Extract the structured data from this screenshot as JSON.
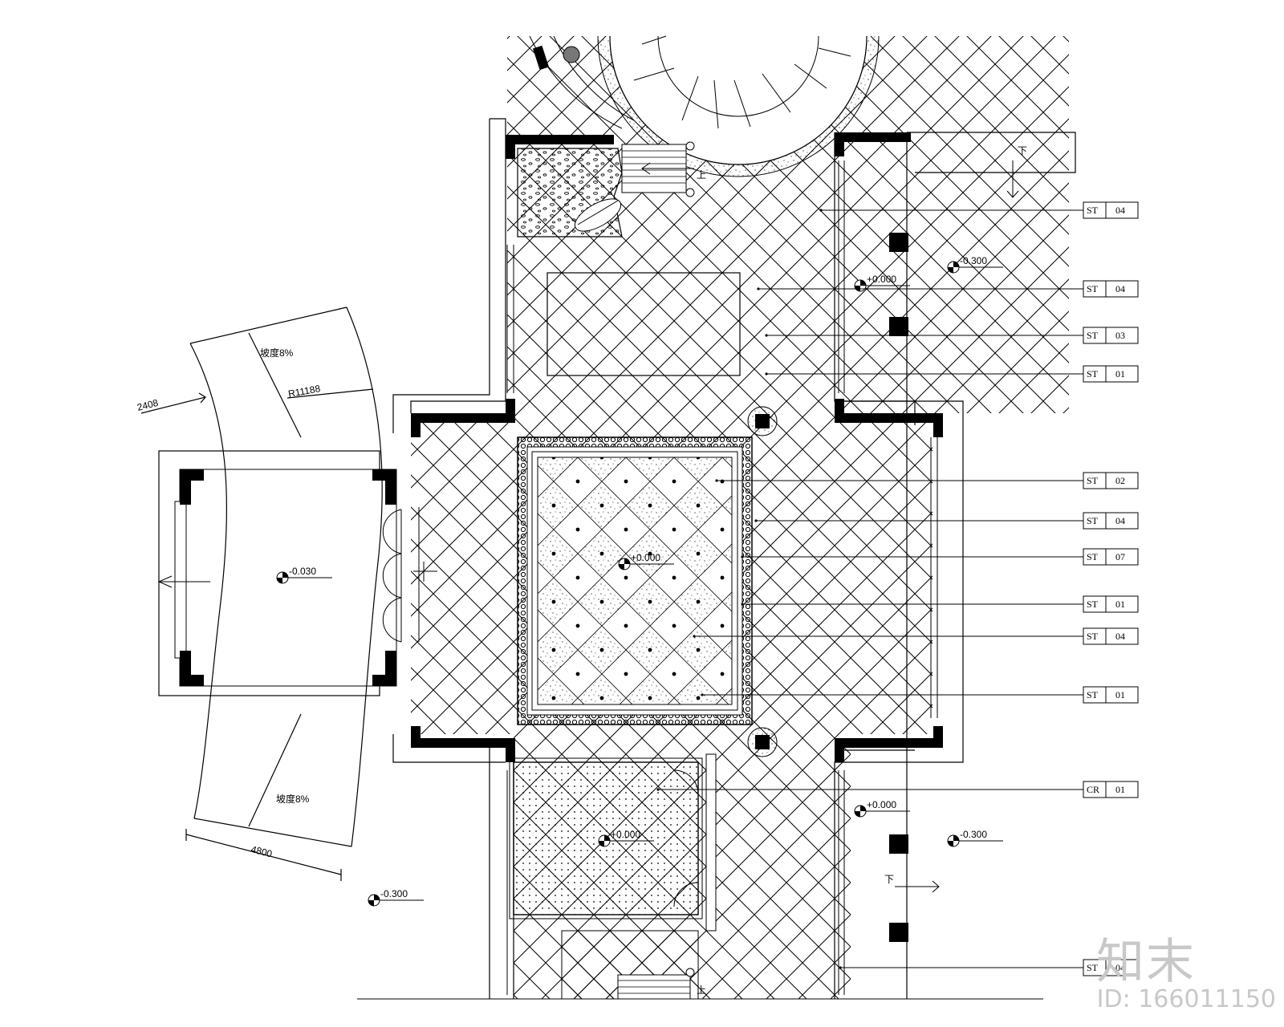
{
  "levels": {
    "upper_terrace": "-0.300",
    "hall": "+0.000",
    "center": "+0.000",
    "entry_porch": "-0.030",
    "lower_left": "-0.300",
    "lower_right_terrace": "-0.300",
    "lower_hall": "+0.000",
    "small_room": "+0.000"
  },
  "ramp": {
    "slope_top": "坡度8%",
    "slope_bottom": "坡度8%",
    "radius": "R11188",
    "cut_dim": "2408",
    "width_dim": "4800"
  },
  "stairs": {
    "up_top": "上",
    "up_bottom": "上",
    "down_top_right": "下",
    "down_right": "下"
  },
  "tags": [
    {
      "code": "ST",
      "num": "04"
    },
    {
      "code": "ST",
      "num": "04"
    },
    {
      "code": "ST",
      "num": "03"
    },
    {
      "code": "ST",
      "num": "01"
    },
    {
      "code": "ST",
      "num": "02"
    },
    {
      "code": "ST",
      "num": "04"
    },
    {
      "code": "ST",
      "num": "07"
    },
    {
      "code": "ST",
      "num": "01"
    },
    {
      "code": "ST",
      "num": "04"
    },
    {
      "code": "ST",
      "num": "01"
    },
    {
      "code": "CR",
      "num": "01"
    },
    {
      "code": "ST",
      "num": "04"
    }
  ],
  "watermark": {
    "logo": "知末",
    "id": "ID: 166011150"
  },
  "colors": {
    "line": "#000000",
    "watermark": "#c8c8c8"
  }
}
